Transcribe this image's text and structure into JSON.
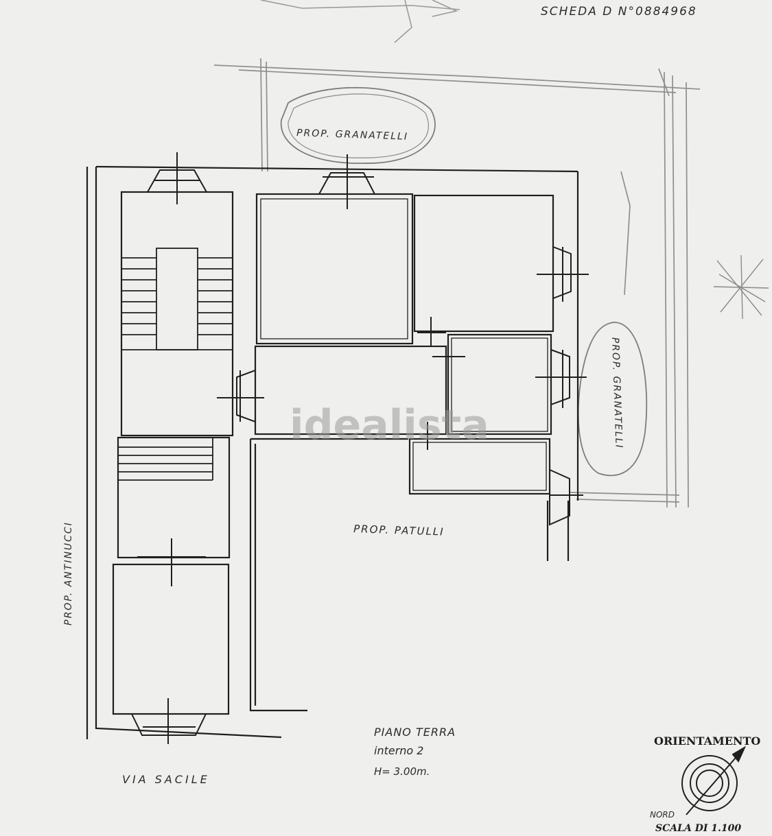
{
  "header": {
    "scheda": "SCHEDA D N°0884968"
  },
  "neighbors": {
    "top": "PROP. GRANATELLI",
    "right": "PROP. GRANATELLI",
    "left": "PROP. ANTINUCCI",
    "center": "PROP. PATULLI"
  },
  "street": "VIA SACILE",
  "floor_info": {
    "floor": "PIANO TERRA",
    "unit": "interno 2",
    "height": "H= 3.00m."
  },
  "orientation": {
    "title": "ORIENTAMENTO",
    "north": "NORD"
  },
  "scale": "SCALA DI 1.100",
  "watermark": "idealista",
  "colors": {
    "paper": "#efefed",
    "ink": "#1f1f1f",
    "pencil": "#8a8a8a"
  }
}
